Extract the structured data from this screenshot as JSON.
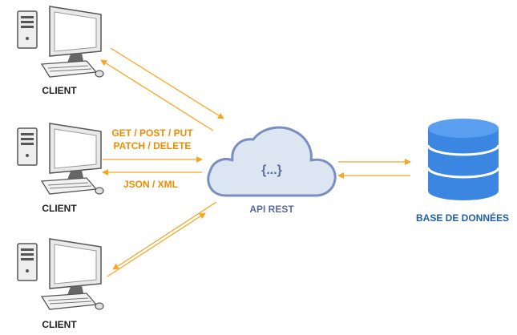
{
  "colors": {
    "arrow": "#f5a623",
    "request_text": "#f08c00",
    "cloud_fill": "#dce6f2",
    "cloud_stroke": "#7a8fbf",
    "api_text": "#5a6b9a",
    "db_fill": "#3a86e0",
    "db_text": "#1f5fa8",
    "computer_gray": "#e6e6e6",
    "computer_dark": "#4a4a4a"
  },
  "clients": [
    {
      "label": "CLIENT"
    },
    {
      "label": "CLIENT"
    },
    {
      "label": "CLIENT"
    }
  ],
  "requests": {
    "methods_line1": "GET / POST / PUT",
    "methods_line2": "PATCH / DELETE",
    "response_format": "JSON / XML"
  },
  "api": {
    "label": "API REST",
    "symbol": "{...}"
  },
  "database": {
    "label": "BASE DE DONNÉES"
  }
}
